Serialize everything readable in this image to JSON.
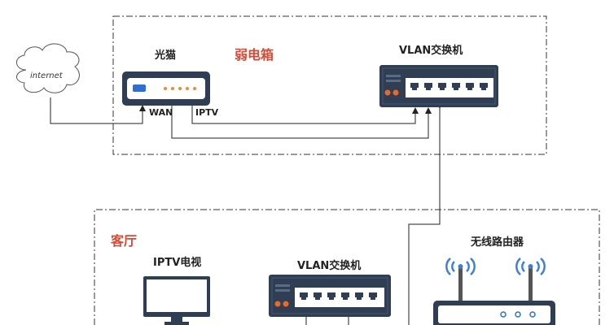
{
  "labels": {
    "internet": "internet",
    "modem": "光猫",
    "weak_box": "弱电箱",
    "vlan_switch_top": "VLAN交换机",
    "port_wan": "WAN",
    "port_iptv": "IPTV",
    "living_room": "客厅",
    "iptv_tv": "IPTV电视",
    "vlan_switch_bottom": "VLAN交换机",
    "router": "无线路由器"
  },
  "colors": {
    "zone_label": "#d94a34",
    "device_body": "#2f3e52",
    "device_port": "#ffffff",
    "modem_blue": "#2f6fd1",
    "modem_orange": "#f08a2a",
    "switch_orange": "#e8692a",
    "wifi_blue": "#3f7fd6",
    "line": "#222222"
  }
}
